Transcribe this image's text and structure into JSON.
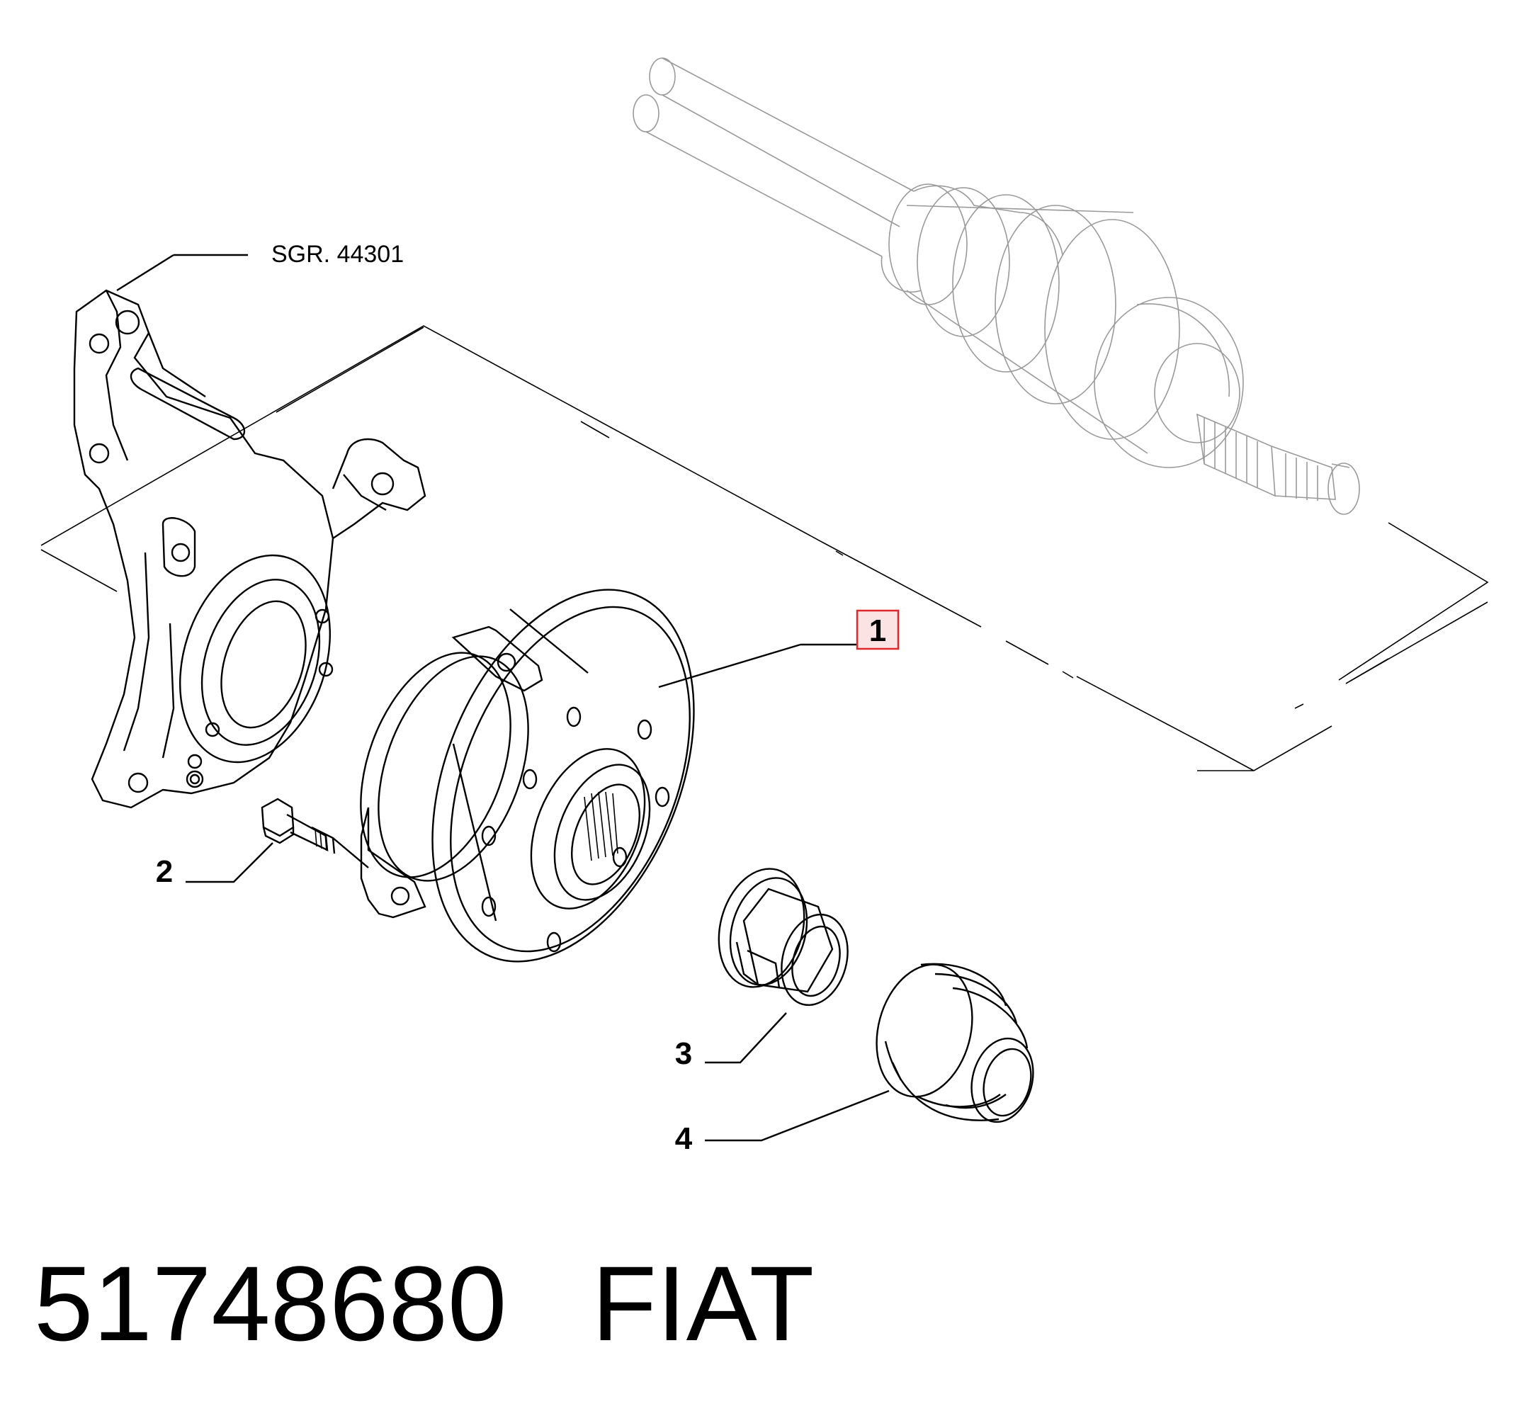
{
  "diagram": {
    "reference_label": "SGR. 44301",
    "callouts": [
      {
        "id": "1",
        "label": "1",
        "highlighted": true
      },
      {
        "id": "2",
        "label": "2",
        "highlighted": false
      },
      {
        "id": "3",
        "label": "3",
        "highlighted": false
      },
      {
        "id": "4",
        "label": "4",
        "highlighted": false
      }
    ],
    "highlight_color": "#e0282c",
    "highlight_fill": "#fbe3e4"
  },
  "caption": {
    "part_number": "51748680",
    "brand": "FIAT"
  }
}
